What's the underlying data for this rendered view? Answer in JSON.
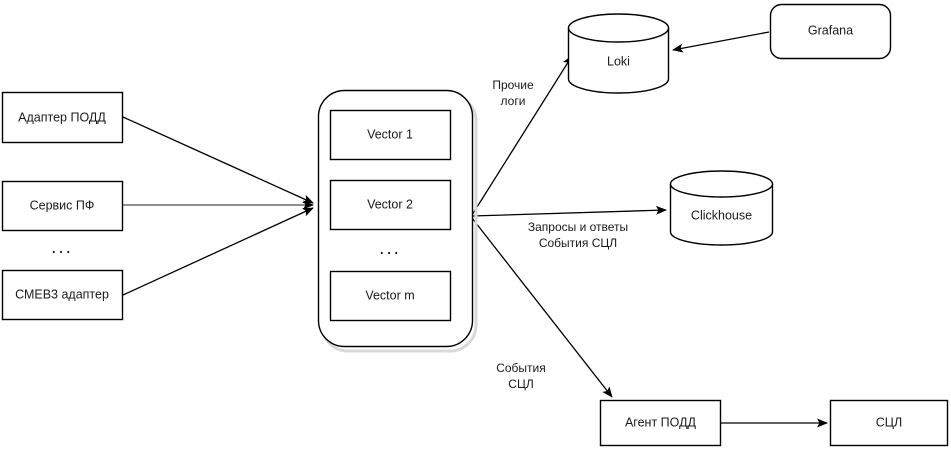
{
  "diagram": {
    "type": "flowchart",
    "title": "",
    "background_color": "#ffffff",
    "stroke_color": "#000000",
    "text_color": "#1a1a1a",
    "sources": {
      "group_label": "",
      "nodes": [
        {
          "id": "adapter-podd",
          "label": "Адаптер ПОДД",
          "shape": "rectangle"
        },
        {
          "id": "servis-pf",
          "label": "Сервис ПФ",
          "shape": "rectangle"
        },
        {
          "id": "smev3-adapter",
          "label": "СМЕВ3 адаптер",
          "shape": "rectangle"
        }
      ],
      "ellipsis": "..."
    },
    "vector_group": {
      "id": "vector-container",
      "shape": "rounded-rectangle",
      "items": [
        {
          "id": "vector-1",
          "label": "Vector 1",
          "shape": "rectangle"
        },
        {
          "id": "vector-2",
          "label": "Vector 2",
          "shape": "rectangle"
        },
        {
          "id": "vector-m",
          "label": "Vector m",
          "shape": "rectangle"
        }
      ],
      "ellipsis": "..."
    },
    "destinations": [
      {
        "id": "loki",
        "label": "Loki",
        "shape": "cylinder"
      },
      {
        "id": "grafana",
        "label": "Grafana",
        "shape": "rounded-rectangle"
      },
      {
        "id": "clickhouse",
        "label": "Clickhouse",
        "shape": "cylinder"
      },
      {
        "id": "agent-podd",
        "label": "Агент ПОДД",
        "shape": "rectangle"
      },
      {
        "id": "scl",
        "label": "СЦЛ",
        "shape": "rectangle"
      }
    ],
    "edges": [
      {
        "id": "edge-adapter-to-vector",
        "from": "adapter-podd",
        "to": "vector-container",
        "label": "",
        "arrow": true
      },
      {
        "id": "edge-servis-to-vector",
        "from": "servis-pf",
        "to": "vector-container",
        "label": "",
        "arrow": true
      },
      {
        "id": "edge-smev3-to-vector",
        "from": "smev3-adapter",
        "to": "vector-container",
        "label": "",
        "arrow": true
      },
      {
        "id": "edge-vector-to-loki",
        "from": "vector-container",
        "to": "loki",
        "label": "Прочие\nлоги",
        "label_line_1": "Прочие",
        "label_line_2": "логи",
        "arrow": true
      },
      {
        "id": "edge-vector-to-clickhouse",
        "from": "vector-container",
        "to": "clickhouse",
        "label": "Запросы и ответы\nСобытия СЦЛ",
        "label_line_1": "Запросы и ответы",
        "label_line_2": "События СЦЛ",
        "arrow": true
      },
      {
        "id": "edge-vector-to-agent",
        "from": "vector-container",
        "to": "agent-podd",
        "label": "События\nСЦЛ",
        "label_line_1": "События",
        "label_line_2": "СЦЛ",
        "arrow": true
      },
      {
        "id": "edge-grafana-to-loki",
        "from": "grafana",
        "to": "loki",
        "label": "",
        "arrow": true
      },
      {
        "id": "edge-agent-to-scl",
        "from": "agent-podd",
        "to": "scl",
        "label": "",
        "arrow": true
      }
    ]
  }
}
